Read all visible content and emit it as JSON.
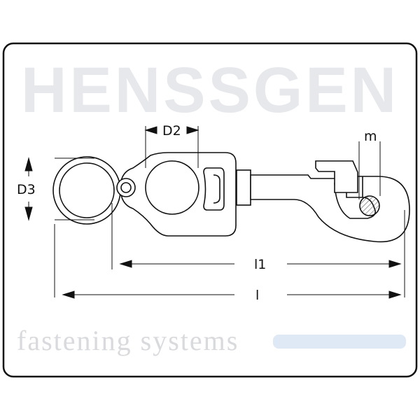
{
  "watermark": {
    "brand": "HENSSGEN",
    "tagline": "fastening systems"
  },
  "dimensions": {
    "d2": "D2",
    "d3": "D3",
    "m": "m",
    "l1": "l1",
    "l": "l"
  },
  "colors": {
    "line": "#111111",
    "watermark_blue": "#dfe9f5"
  }
}
